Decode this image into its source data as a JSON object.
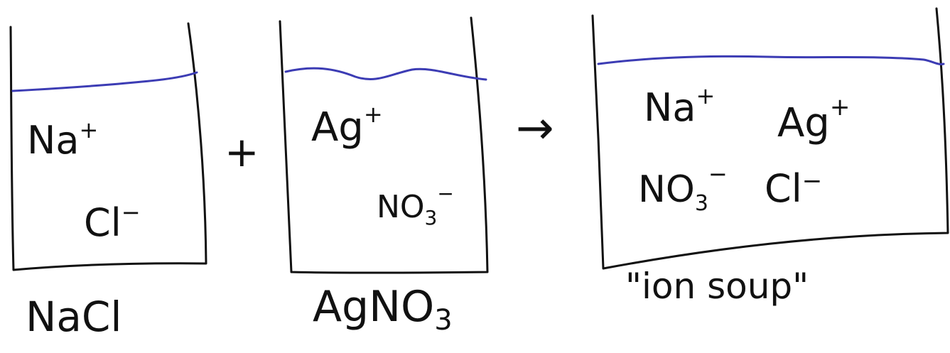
{
  "beakers": [
    {
      "id": "nacl",
      "ions": [
        {
          "base": "Na",
          "charge": "+"
        },
        {
          "base": "Cl",
          "charge": "−"
        }
      ],
      "caption": "NaCl"
    },
    {
      "id": "agno3",
      "ions": [
        {
          "base": "Ag",
          "charge": "+"
        },
        {
          "base": "NO",
          "sub": "3",
          "charge": "−"
        }
      ],
      "caption": "AgNO",
      "caption_sub": "3"
    },
    {
      "id": "mixture",
      "ions": [
        {
          "base": "Na",
          "charge": "+"
        },
        {
          "base": "Ag",
          "charge": "+"
        },
        {
          "base": "NO",
          "sub": "3",
          "charge": "−"
        },
        {
          "base": "Cl",
          "charge": "−"
        }
      ],
      "caption": "\"ion soup\""
    }
  ],
  "operators": {
    "plus": "+",
    "arrow": "→"
  },
  "colors": {
    "ink": "#111111",
    "water": "#3c3cb4"
  }
}
